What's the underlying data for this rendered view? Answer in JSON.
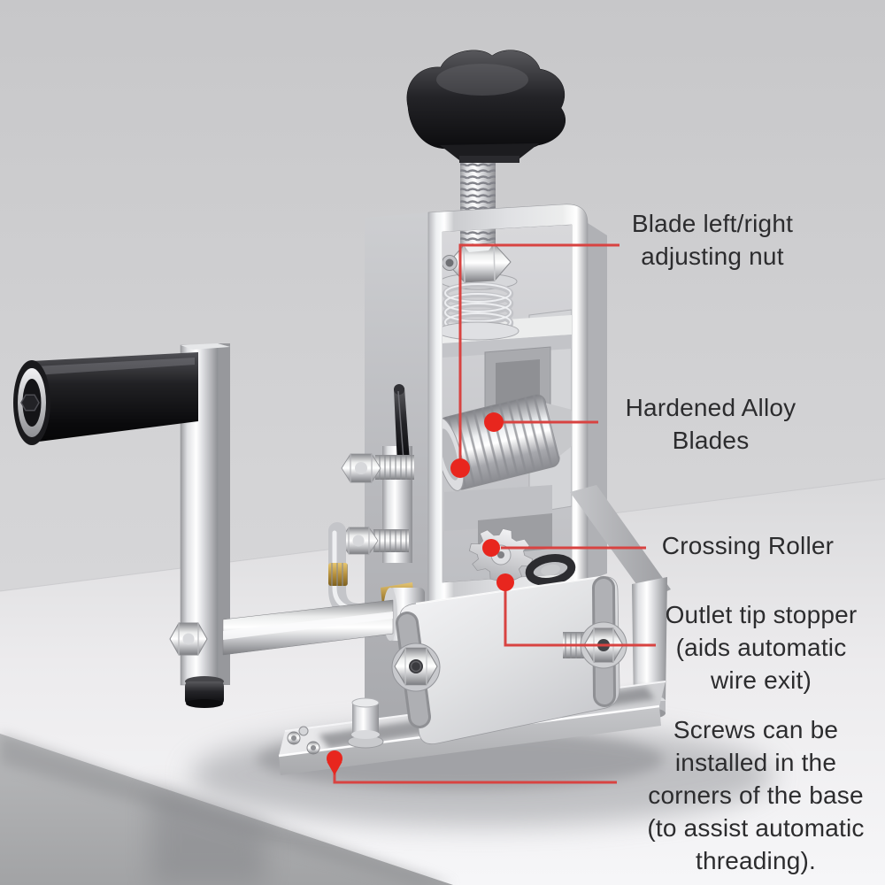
{
  "annotations": {
    "labels": [
      {
        "id": "blade-adjusting-nut",
        "text": "Blade left/right\nadjusting nut"
      },
      {
        "id": "hardened-alloy-blades",
        "text": "Hardened Alloy\nBlades"
      },
      {
        "id": "crossing-roller",
        "text": "Crossing Roller"
      },
      {
        "id": "outlet-tip-stopper",
        "text": "Outlet tip stopper\n(aids automatic\nwire exit)"
      },
      {
        "id": "base-screws",
        "text": "Screws can be\ninstalled in the\ncorners of the base\n(to assist automatic\nthreading)."
      }
    ]
  },
  "colors": {
    "leader_line": "#d84341",
    "marker_dot": "#e8261e",
    "label_text": "#2c2c2e",
    "wall_background": "#d2d2d4",
    "tabletop": "#f2f2f4",
    "table_front": "#b0b1b3"
  }
}
